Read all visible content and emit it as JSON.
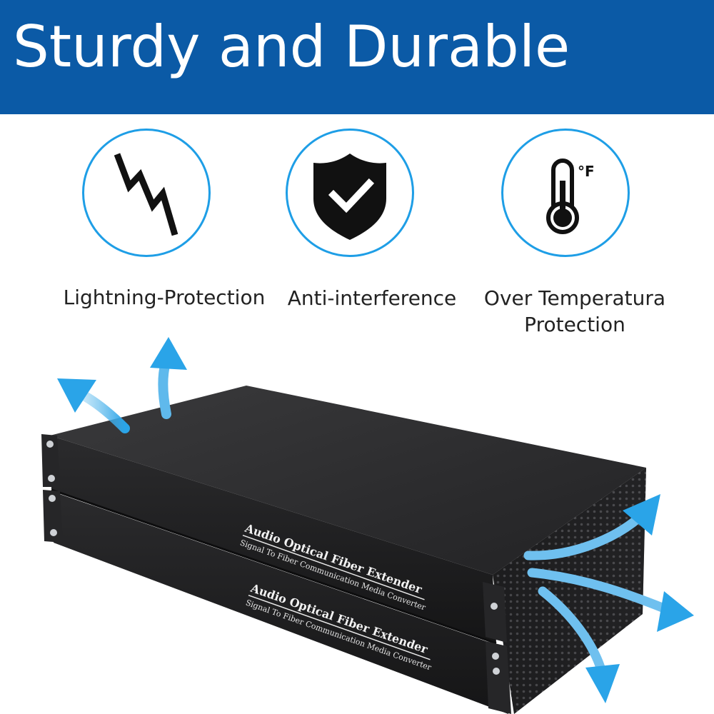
{
  "banner": {
    "title": "Sturdy and Durable",
    "color": "#0b5aa6"
  },
  "features": [
    {
      "icon": "lightning-icon",
      "label": "Lightning-Protection"
    },
    {
      "icon": "shield-check-icon",
      "label": "Anti-interference"
    },
    {
      "icon": "thermometer-icon",
      "label_line1": "Over Temperatura",
      "label_line2": "Protection",
      "unit": "°F"
    }
  ],
  "accent_color": "#1e9ee6",
  "device": {
    "top_unit": {
      "title": "Audio Optical Fiber Extender",
      "subtitle": "Signal To Fiber Communication Media Converter"
    },
    "bottom_unit": {
      "title": "Audio Optical Fiber Extender",
      "subtitle": "Signal To Fiber Communication Media Converter"
    }
  }
}
